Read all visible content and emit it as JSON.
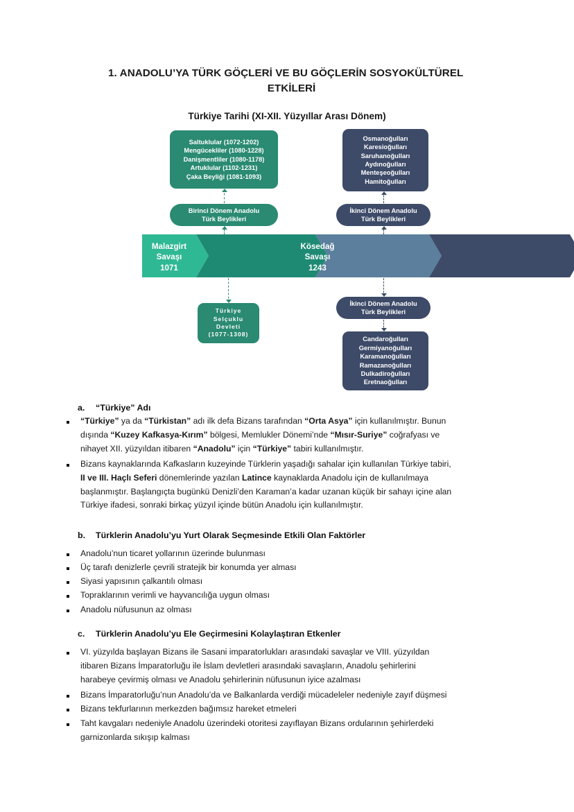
{
  "document": {
    "title_number": "1.",
    "title": "ANADOLU’YA TÜRK GÖÇLERİ VE BU GÖÇLERİN SOSYOKÜLTÜREL ETKİLERİ",
    "diagram_title": "Türkiye Tarihi (XI-XII. Yüzyıllar Arası Dönem)"
  },
  "colors": {
    "green_light": "#2fb894",
    "green_mid": "#1f8a74",
    "green_box": "#2a8a72",
    "slate_blue": "#5b7f9c",
    "navy": "#3d4a68",
    "text": "#1a1a1a"
  },
  "diagram": {
    "band": {
      "segments": [
        {
          "name": "malazgirt",
          "color": "#2fb894"
        },
        {
          "name": "first-period",
          "color": "#1f8a74"
        },
        {
          "name": "kosedag",
          "color": "#5b7f9c"
        },
        {
          "name": "second-period",
          "color": "#3d4a68"
        }
      ],
      "labels": [
        {
          "line1": "Malazgirt",
          "line2": "Savaşı",
          "line3": "1071"
        },
        {
          "line1": "Kösedağ",
          "line2": "Savaşı",
          "line3": "1243"
        }
      ]
    },
    "first_period_label": {
      "line1": "Birinci Dönem Anadolu",
      "line2": "Türk Beylikleri"
    },
    "second_period_label_top": {
      "line1": "İkinci Dönem Anadolu",
      "line2": "Türk Beylikleri"
    },
    "second_period_label_bottom": {
      "line1": "İkinci Dönem Anadolu",
      "line2": "Türk Beylikleri"
    },
    "first_period_list": [
      "Saltuklular (1072-1202)",
      "Mengücekliler (1080-1228)",
      "Danişmentliler (1080-1178)",
      "Artuklular (1102-1231)",
      "Çaka Beyliği (1081-1093)"
    ],
    "second_period_list_top": [
      "Osmanoğulları",
      "Karesioğulları",
      "Saruhanoğulları",
      "Aydınoğulları",
      "Menteşeoğulları",
      "Hamitoğulları"
    ],
    "second_period_list_bottom": [
      "Candaroğulları",
      "Germiyanoğulları",
      "Karamanoğulları",
      "Ramazanoğulları",
      "Dulkadiroğulları",
      "Eretnaoğulları"
    ],
    "turkiye_selcuklu": [
      "Türkiye",
      "Selçuklu",
      "Devleti",
      "(1077-1308)"
    ]
  },
  "sections": {
    "a": {
      "letter": "a.",
      "heading": "“Türkiye” Adı",
      "paragraph_1_lines": [
        "“Türkiye” ya da “Türkistan” adı ilk defa Bizans tarafından “Orta Asya” için kullanılmıştır. Bunun",
        "dışında “Kuzey Kafkasya-Kırım” bölgesi, Memlukler Dönemi’nde “Mısır-Suriye” coğrafyası ve",
        "nihayet XII. yüzyıldan itibaren “Anadolu” için “Türkiye” tabiri kullanılmıştır."
      ],
      "paragraph_2_lines": [
        "Bizans kaynaklarında Kafkasların kuzeyinde Türklerin yaşadığı sahalar için kullanılan Türkiye tabiri,",
        "II ve III. Haçlı Seferi dönemlerinde yazılan Latince kaynaklarda Anadolu için de kullanılmaya",
        "başlanmıştır. Başlangıçta bugünkü Denizli’den Karaman’a kadar uzanan küçük bir sahayı içine alan",
        "Türkiye ifadesi, sonraki birkaç yüzyıl içinde bütün Anadolu için kullanılmıştır."
      ]
    },
    "b": {
      "letter": "b.",
      "heading": "Türklerin Anadolu’yu Yurt Olarak Seçmesinde Etkili Olan Faktörler",
      "items": [
        "Anadolu’nun ticaret yollarının üzerinde bulunması",
        "Üç tarafı denizlerle çevrili stratejik bir konumda yer alması",
        "Siyasi yapısının çalkantılı olması",
        "Topraklarının verimli ve hayvancılığa uygun olması",
        "Anadolu nüfusunun az olması"
      ]
    },
    "c": {
      "letter": "c.",
      "heading": "Türklerin Anadolu’yu Ele Geçirmesini Kolaylaştıran Etkenler",
      "item_1_lines": [
        "VI. yüzyılda başlayan Bizans ile Sasani imparatorlukları arasındaki savaşlar ve VIII. yüzyıldan",
        "itibaren Bizans İmparatorluğu ile İslam devletleri arasındaki savaşların, Anadolu şehirlerini",
        "harabeye çevirmiş olması ve Anadolu şehirlerinin nüfusunun iyice azalması"
      ],
      "item_2": "Bizans İmparatorluğu’nun Anadolu’da ve Balkanlarda verdiği mücadeleler nedeniyle zayıf düşmesi",
      "item_3": "Bizans tekfurlarının merkezden bağımsız hareket etmeleri",
      "item_4_lines": [
        "Taht kavgaları nedeniyle Anadolu üzerindeki otoritesi zayıflayan Bizans ordularının şehirlerdeki",
        "garnizonlarda sıkışıp kalması"
      ]
    }
  }
}
